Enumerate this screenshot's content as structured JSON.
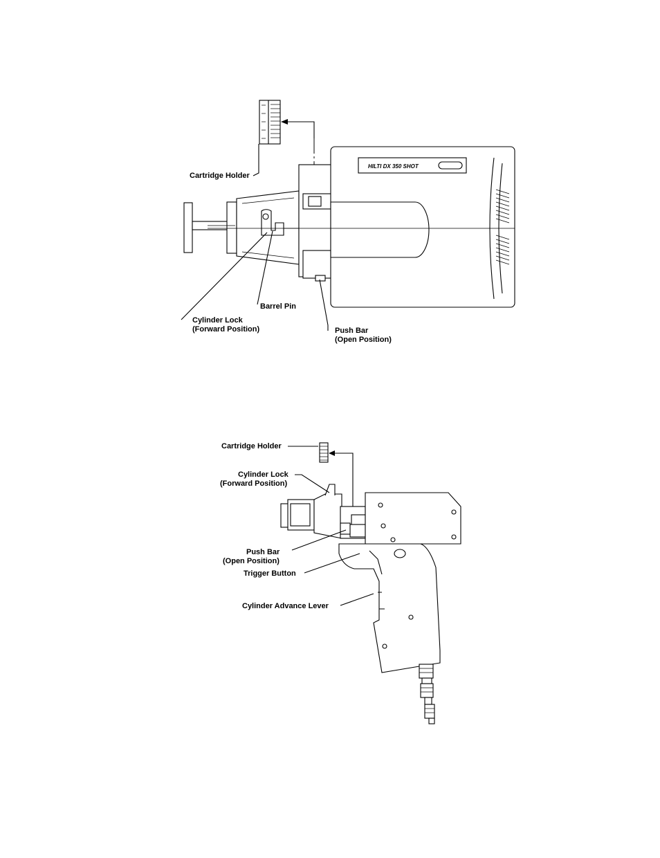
{
  "top_view": {
    "nameplate_text": "HILTI DX 350 SHOT",
    "labels": {
      "cartridge_holder": "Cartridge Holder",
      "barrel_pin": "Barrel Pin",
      "cylinder_lock_line1": "Cylinder Lock",
      "cylinder_lock_line2": "(Forward Position)",
      "push_bar_line1": "Push Bar",
      "push_bar_line2": "(Open Position)"
    }
  },
  "side_view": {
    "labels": {
      "cartridge_holder": "Cartridge Holder",
      "cylinder_lock_line1": "Cylinder Lock",
      "cylinder_lock_line2": "(Forward Position)",
      "push_bar_line1": "Push Bar",
      "push_bar_line2": "(Open Position)",
      "trigger_button": "Trigger Button",
      "cylinder_advance_lever": "Cylinder Advance Lever"
    }
  }
}
